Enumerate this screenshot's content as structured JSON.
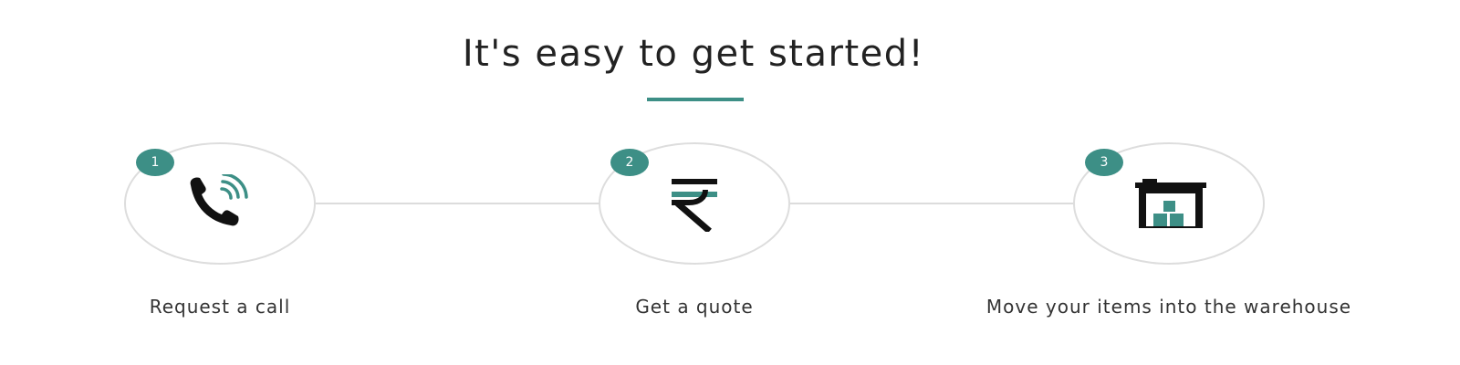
{
  "heading": {
    "title": "It's easy to get started!"
  },
  "colors": {
    "accent": "#3d8f86",
    "circle_border": "#dddddd",
    "connector": "#dcdcdc",
    "text": "#222222"
  },
  "steps": [
    {
      "number": "1",
      "label": "Request a call",
      "icon": "phone-call-icon"
    },
    {
      "number": "2",
      "label": "Get a quote",
      "icon": "rupee-icon"
    },
    {
      "number": "3",
      "label": "Move your items into the warehouse",
      "icon": "warehouse-icon"
    }
  ]
}
